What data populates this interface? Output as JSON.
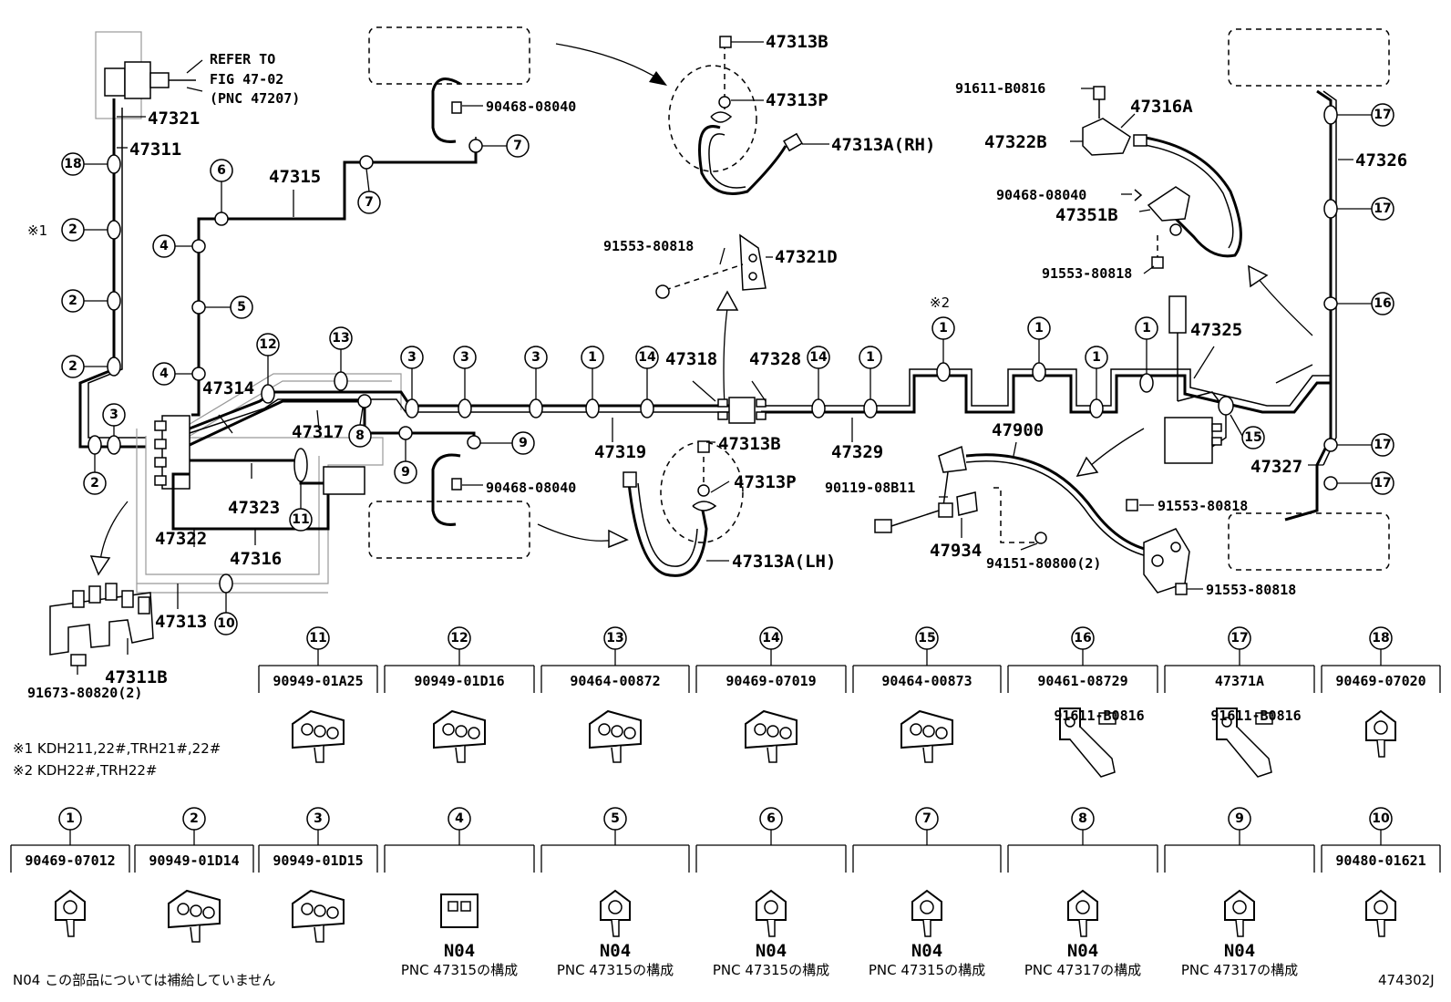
{
  "diagram_id": "474302J",
  "refer_note": [
    "REFER TO",
    "FIG 47-02",
    "(PNC 47207)"
  ],
  "footnotes": [
    "※1 KDH211,22#,TRH21#,22#",
    "※2 KDH22#,TRH22#"
  ],
  "bottom_note": "N04 この部品については補給していません",
  "markers": {
    "m1": "※1",
    "m2": "※2"
  },
  "callouts": {
    "c47321": "47321",
    "c47311": "47311",
    "c47315": "47315",
    "c90468_top": "90468-08040",
    "c47313B_top": "47313B",
    "c47313P_top": "47313P",
    "c47313A_rh": "47313A(RH)",
    "c91553_a": "91553-80818",
    "c47321D": "47321D",
    "c91611_top": "91611-B0816",
    "c47316A": "47316A",
    "c47322B": "47322B",
    "c90468_right": "90468-08040",
    "c47351B": "47351B",
    "c91553_b": "91553-80818",
    "c47326": "47326",
    "c47325": "47325",
    "c47314": "47314",
    "c47318": "47318",
    "c47328": "47328",
    "c47317": "47317",
    "c47319": "47319",
    "c47329": "47329",
    "c47313B_mid": "47313B",
    "c47313P_mid": "47313P",
    "c90468_mid": "90468-08040",
    "c47313A_lh": "47313A(LH)",
    "c47323": "47323",
    "c47322": "47322",
    "c47316": "47316",
    "c47313": "47313",
    "c47311B": "47311B",
    "c91673": "91673-80820(2)",
    "c47900": "47900",
    "c90119": "90119-08B11",
    "c47934": "47934",
    "c94151": "94151-80800(2)",
    "c91553_c": "91553-80818",
    "c91553_d": "91553-80818",
    "c47327": "47327"
  },
  "clip_panels_top": [
    {
      "num": "11",
      "part": "90949-01A25"
    },
    {
      "num": "12",
      "part": "90949-01D16"
    },
    {
      "num": "13",
      "part": "90464-00872"
    },
    {
      "num": "14",
      "part": "90469-07019"
    },
    {
      "num": "15",
      "part": "90464-00873"
    },
    {
      "num": "16",
      "part": "90461-08729",
      "sub": "91611-B0816"
    },
    {
      "num": "17",
      "part": "47371A",
      "sub": "91611-B0816"
    },
    {
      "num": "18",
      "part": "90469-07020"
    }
  ],
  "clip_panels_bottom": [
    {
      "num": "1",
      "part": "90469-07012"
    },
    {
      "num": "2",
      "part": "90949-01D14"
    },
    {
      "num": "3",
      "part": "90949-01D15"
    },
    {
      "num": "4",
      "code": "N04",
      "note": "PNC 47315の構成"
    },
    {
      "num": "5",
      "code": "N04",
      "note": "PNC 47315の構成"
    },
    {
      "num": "6",
      "code": "N04",
      "note": "PNC 47315の構成"
    },
    {
      "num": "7",
      "code": "N04",
      "note": "PNC 47315の構成"
    },
    {
      "num": "8",
      "code": "N04",
      "note": "PNC 47317の構成"
    },
    {
      "num": "9",
      "code": "N04",
      "note": "PNC 47317の構成"
    },
    {
      "num": "10",
      "part": "90480-01621"
    }
  ],
  "diagram_circles": [
    "18",
    "2",
    "2",
    "2",
    "3",
    "2",
    "4",
    "6",
    "5",
    "4",
    "7",
    "7",
    "12",
    "13",
    "3",
    "3",
    "3",
    "1",
    "14",
    "1",
    "14",
    "1",
    "1",
    "1",
    "1",
    "8",
    "9",
    "9",
    "11",
    "10",
    "15",
    "17",
    "17",
    "16",
    "17",
    "17"
  ]
}
